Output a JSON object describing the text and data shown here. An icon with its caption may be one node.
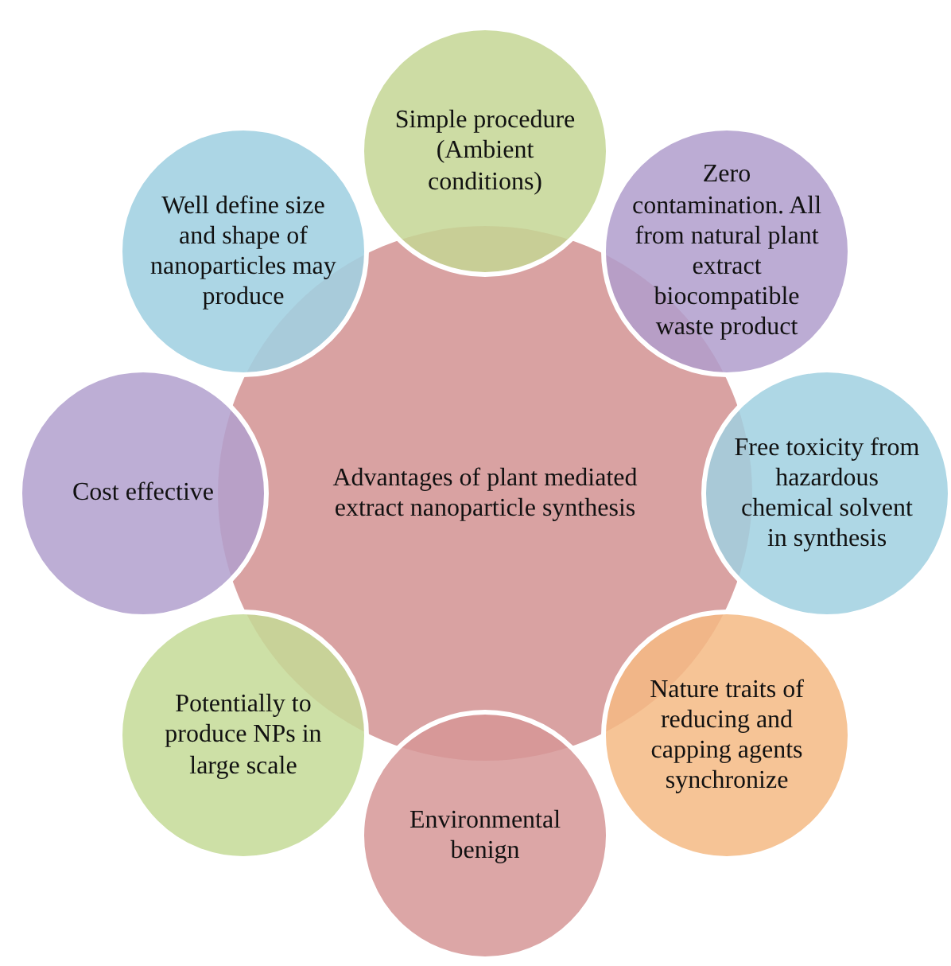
{
  "diagram": {
    "nodes": [
      {
        "text": [
          "Simple procedure (Ambient conditions)"
        ]
      },
      {
        "text": [
          "Well define size and shape of nanoparticles may produce"
        ]
      },
      {
        "text": [
          "Zero contamination. All from natural plant extract biocompatible waste product"
        ]
      },
      {
        "text": [
          "Cost effective"
        ]
      },
      {
        "text": [
          "Advantages of  plant mediated extract nanoparticle synthesis"
        ]
      },
      {
        "text": [
          "Free toxicity from hazardous chemical solvent in synthesis"
        ]
      },
      {
        "text": [
          "Potentially to produce NPs in large scale"
        ]
      },
      {
        "text": [
          "Nature traits of reducing and capping agents synchronize"
        ]
      },
      {
        "text": [
          "Environmental benign"
        ]
      }
    ]
  }
}
